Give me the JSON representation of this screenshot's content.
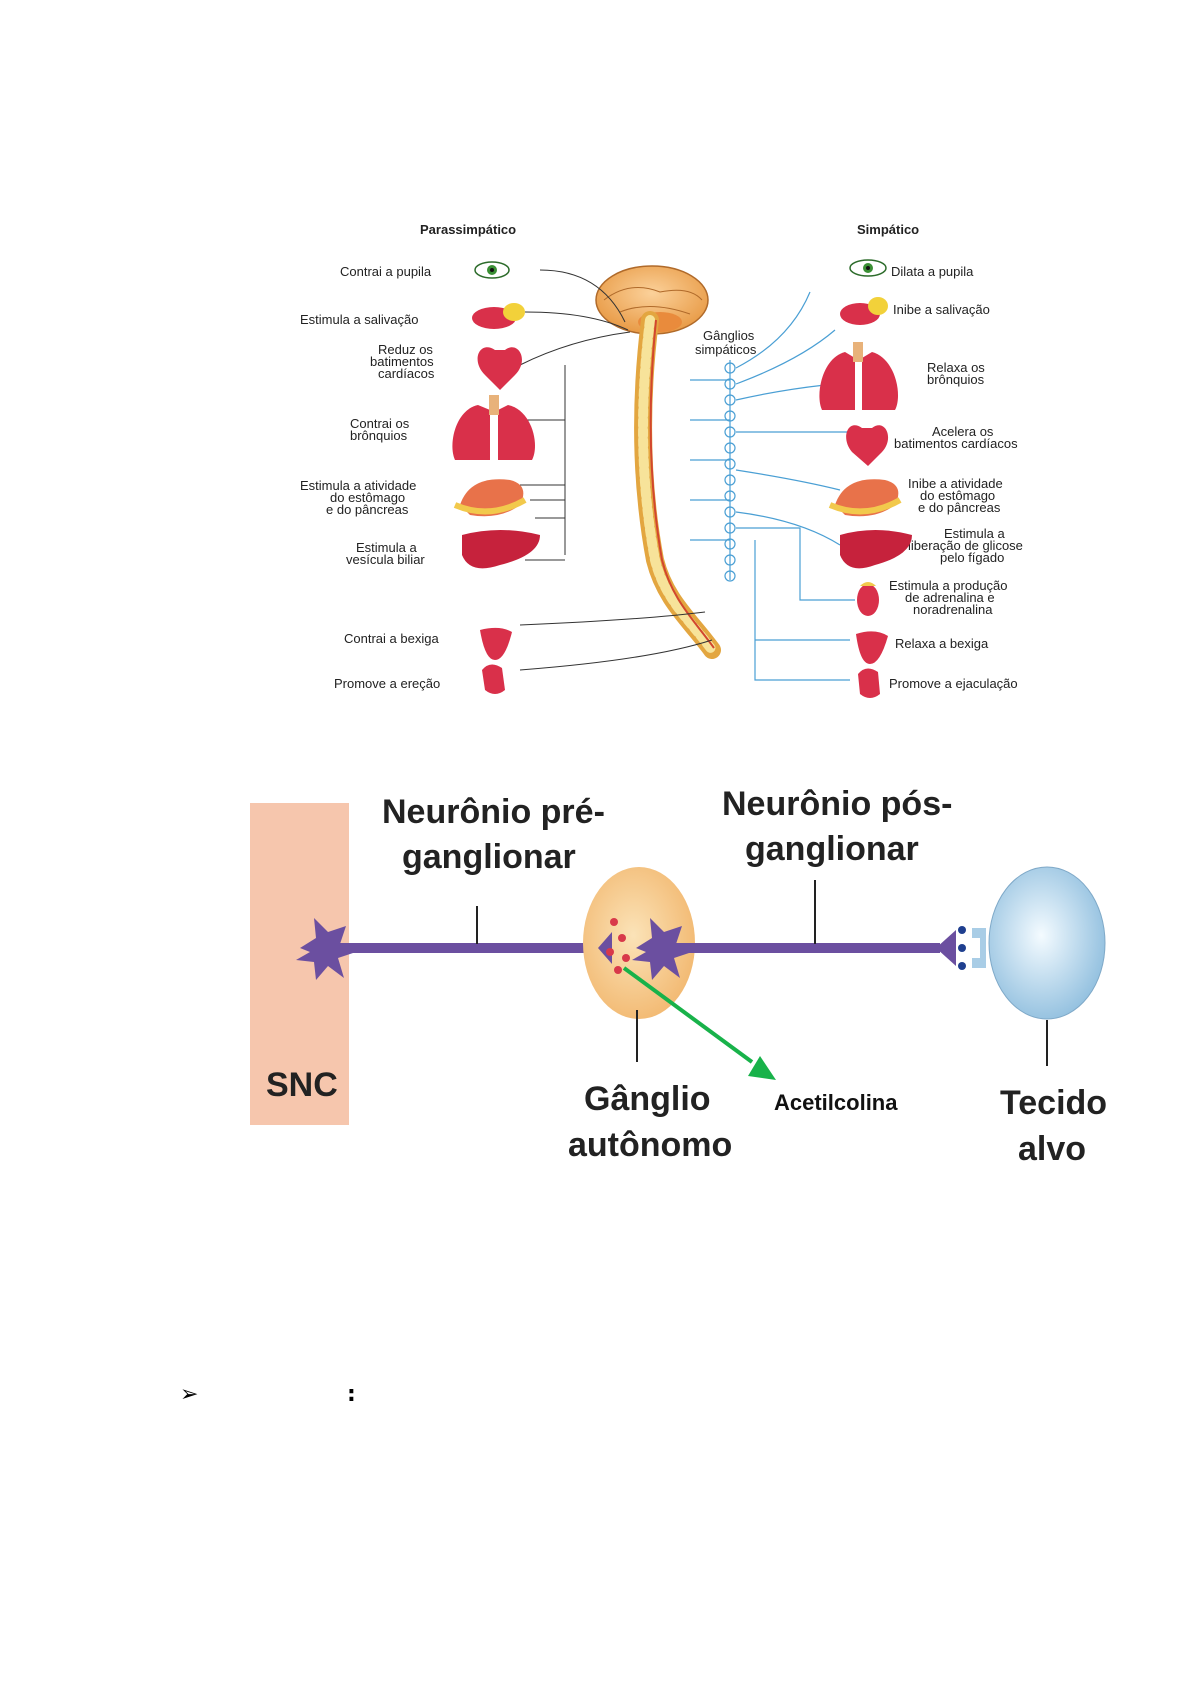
{
  "autonomic_map": {
    "left_header": "Parassimpático",
    "right_header": "Simpático",
    "ganglia_label": [
      "Gânglios",
      "simpáticos"
    ],
    "left_items": [
      {
        "lines": [
          "Contrai a pupila"
        ],
        "organ": "eye"
      },
      {
        "lines": [
          "Estimula a salivação"
        ],
        "organ": "salivary-gland"
      },
      {
        "lines": [
          "Reduz os",
          "batimentos",
          "cardíacos"
        ],
        "organ": "heart"
      },
      {
        "lines": [
          "Contrai os",
          "brônquios"
        ],
        "organ": "lungs"
      },
      {
        "lines": [
          "Estimula a atividade",
          "do estômago",
          "e do pâncreas"
        ],
        "organ": "stomach"
      },
      {
        "lines": [
          "Estimula a",
          "vesícula biliar"
        ],
        "organ": "liver"
      },
      {
        "lines": [
          "Contrai a bexiga"
        ],
        "organ": "bladder"
      },
      {
        "lines": [
          "Promove a ereção"
        ],
        "organ": "genitals"
      }
    ],
    "right_items": [
      {
        "lines": [
          "Dilata a pupila"
        ],
        "organ": "eye"
      },
      {
        "lines": [
          "Inibe a salivação"
        ],
        "organ": "salivary-gland"
      },
      {
        "lines": [
          "Relaxa os",
          "brônquios"
        ],
        "organ": "lungs"
      },
      {
        "lines": [
          "Acelera os",
          "batimentos cardíacos"
        ],
        "organ": "heart"
      },
      {
        "lines": [
          "Inibe a atividade",
          "do estômago",
          "e do pâncreas"
        ],
        "organ": "stomach"
      },
      {
        "lines": [
          "Estimula a",
          "liberação de glicose",
          "pelo fígado"
        ],
        "organ": "liver"
      },
      {
        "lines": [
          "Estimula a produção",
          "de adrenalina e",
          "noradrenalina"
        ],
        "organ": "adrenal"
      },
      {
        "lines": [
          "Relaxa a bexiga"
        ],
        "organ": "bladder"
      },
      {
        "lines": [
          "Promove a ejaculação"
        ],
        "organ": "genitals"
      }
    ]
  },
  "neuron_diagram": {
    "snc_label": "SNC",
    "pre_label": [
      "Neurônio pré-",
      "ganglionar"
    ],
    "post_label": [
      "Neurônio pós-",
      "ganglionar"
    ],
    "ganglion_label": [
      "Gânglio",
      "autônomo"
    ],
    "neurotransmitter_label": "Acetilcolina",
    "target_label": [
      "Tecido",
      "alvo"
    ]
  },
  "bullet": {
    "symbol": "➢",
    "colon": ":"
  },
  "colors": {
    "organ_red": "#d9304a",
    "nerve_blue": "#4a9fd4",
    "axon_purple": "#6b4fa0",
    "snc_fill": "#f6c6ad",
    "ganglion_fill": "#f6c98a",
    "target_fill": "#b8d8ee",
    "arrow_green": "#18b24a",
    "vesicle_red": "#d8394a",
    "spine_yellow": "#f2c94c"
  }
}
